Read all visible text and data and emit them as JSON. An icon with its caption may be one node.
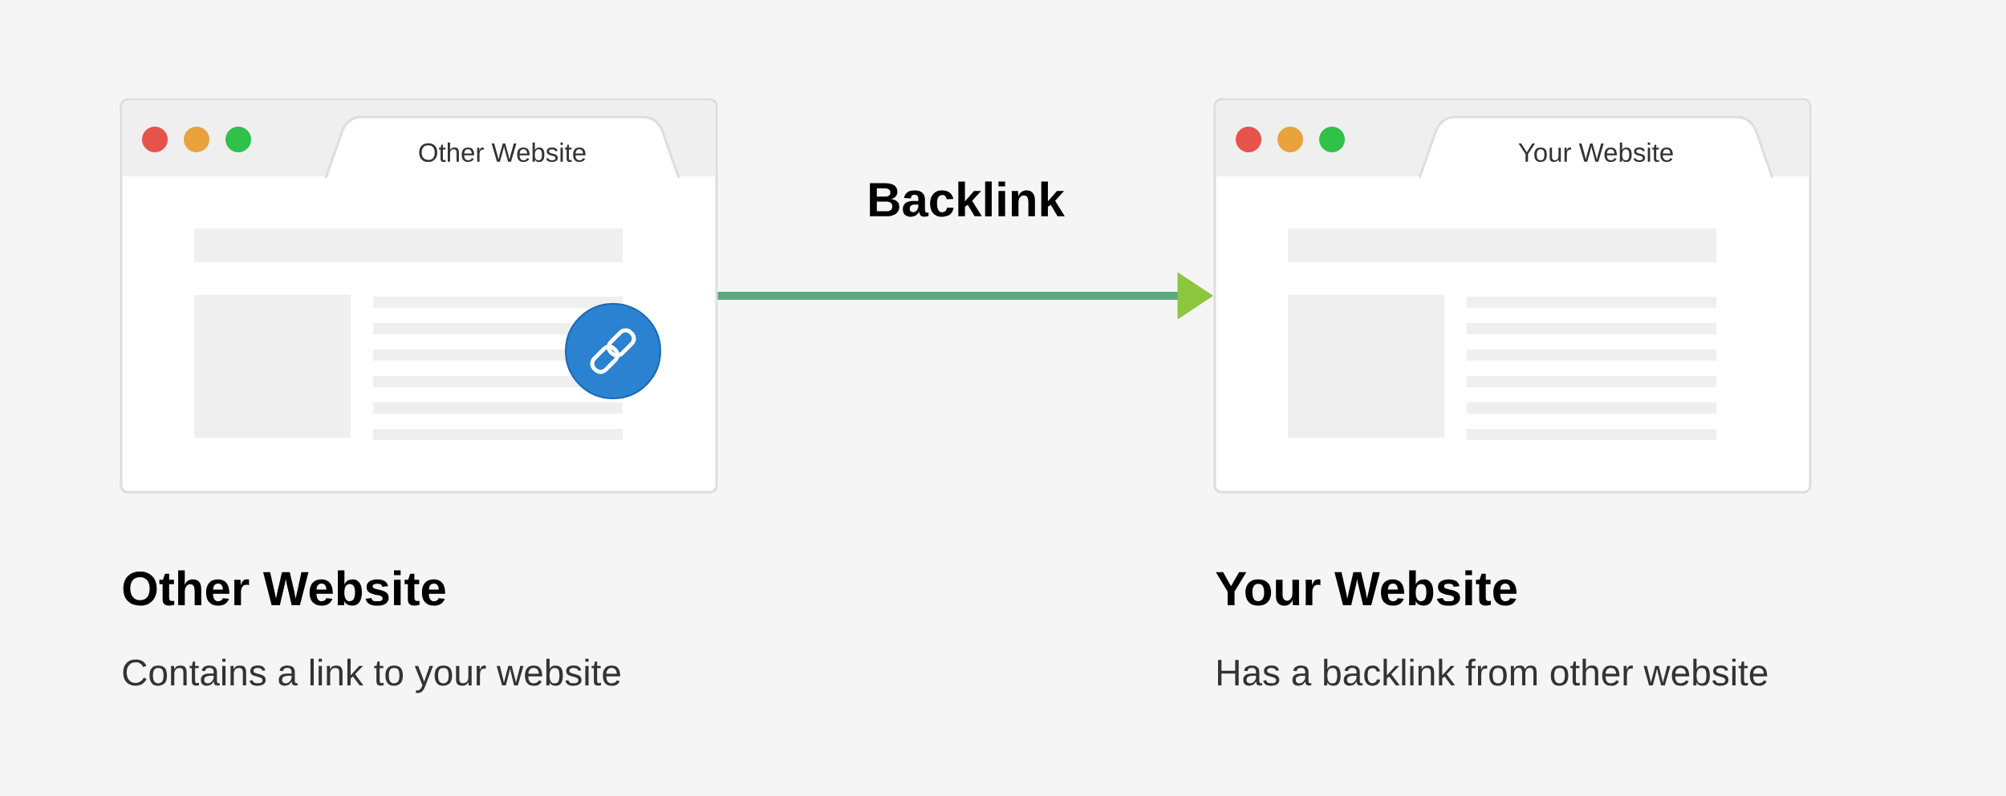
{
  "diagram": {
    "nodes": [
      {
        "text": [
          "Other Website"
        ],
        "beside": [
          "Other Website",
          "Contains a link to your website"
        ]
      },
      {
        "text": [
          "Your Website"
        ],
        "beside": [
          "Your Website",
          "Has a backlink from other website"
        ]
      }
    ],
    "edges": [
      {
        "from": 0,
        "to": 1,
        "arrow": "to",
        "label": "Backlink"
      }
    ]
  }
}
